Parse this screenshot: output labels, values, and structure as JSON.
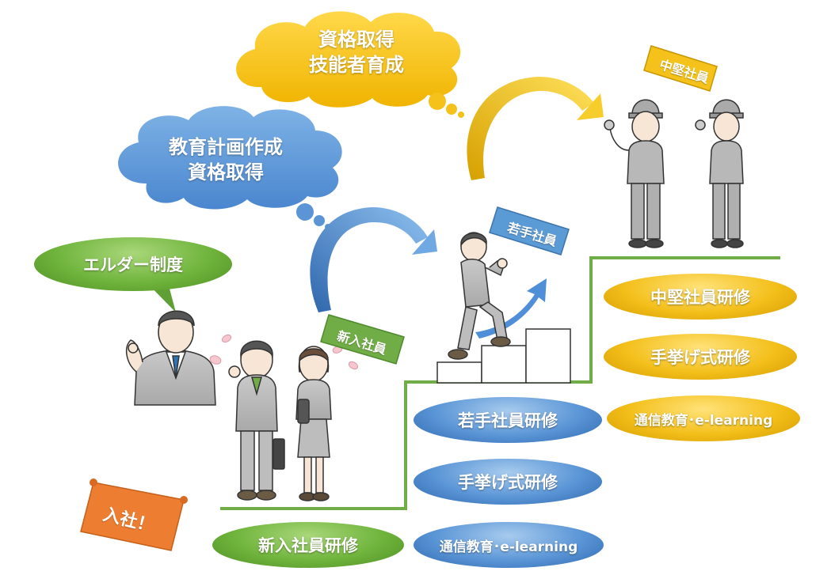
{
  "clouds": {
    "yellow": {
      "line1": "資格取得",
      "line2": "技能者育成"
    },
    "blue": {
      "line1": "教育計画作成",
      "line2": "資格取得"
    }
  },
  "speech": {
    "elder": "エルダー制度"
  },
  "banners": {
    "new_employee": "新入社員",
    "young_employee": "若手社員",
    "mid_employee": "中堅社員",
    "joining": "入社！"
  },
  "trainings": {
    "new": {
      "title": "新入社員研修"
    },
    "young": {
      "title": "若手社員研修",
      "hand_raise": "手挙げ式研修",
      "elearning": "通信教育･e-learning"
    },
    "mid": {
      "title": "中堅社員研修",
      "hand_raise": "手挙げ式研修",
      "elearning": "通信教育･e-learning"
    }
  },
  "colors": {
    "green": "#6fb43c",
    "blue": "#5a95d6",
    "gold": "#f3bf1a",
    "orange": "#ed7d31",
    "step_line": "#70ad47"
  },
  "icons": {
    "elder": "businessman-ok-icon",
    "new_male": "new-employee-male-icon",
    "new_female": "new-employee-female-icon",
    "young": "climbing-employee-icon",
    "mid_male": "worker-male-icon",
    "mid_female": "worker-female-icon"
  }
}
